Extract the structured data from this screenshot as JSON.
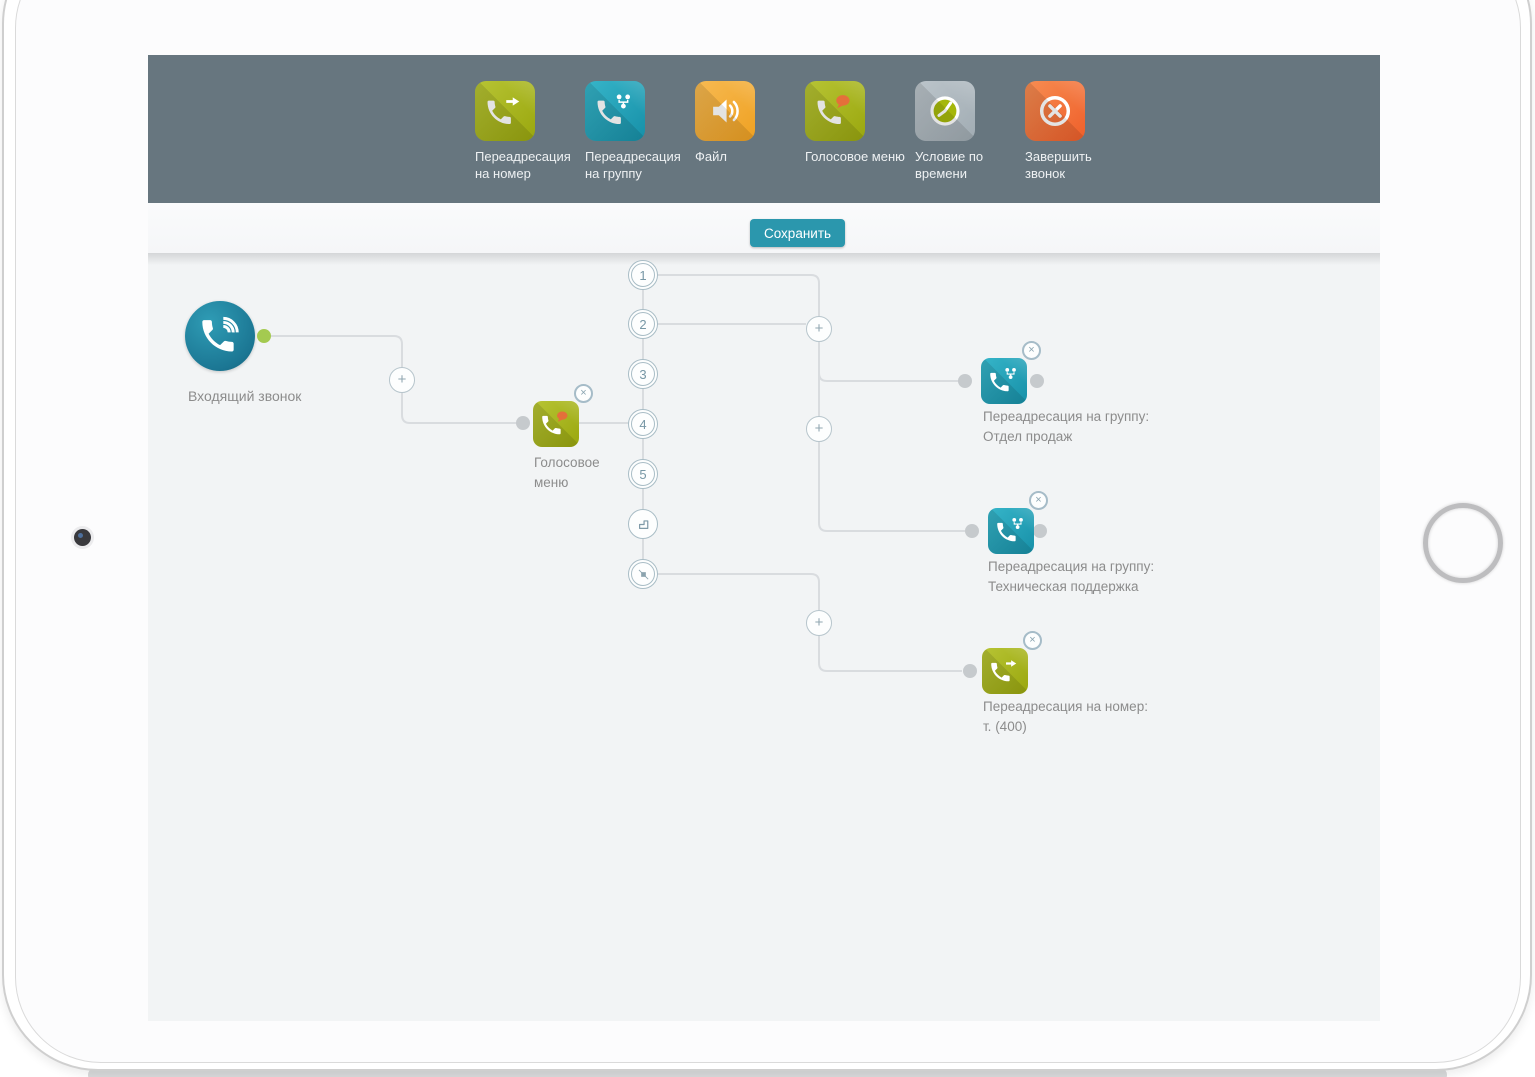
{
  "palette": {
    "items": [
      {
        "icon": "forward-to-number-icon",
        "label": "Переадресация\nна номер"
      },
      {
        "icon": "forward-to-group-icon",
        "label": "Переадресация\nна группу"
      },
      {
        "icon": "file-icon",
        "label": "Файл"
      },
      {
        "icon": "voice-menu-icon",
        "label": "Голосовое меню"
      },
      {
        "icon": "time-condition-icon",
        "label": "Условие по\nвремени"
      },
      {
        "icon": "end-call-icon",
        "label": "Завершить\nзвонок"
      }
    ]
  },
  "actions": {
    "save": "Сохранить"
  },
  "flow": {
    "incoming": {
      "label": "Входящий звонок"
    },
    "voice_menu": {
      "label": "Голосовое\nменю"
    },
    "options": [
      "1",
      "2",
      "3",
      "4",
      "5"
    ],
    "extra_ports": [
      "step-icon",
      "no-input-icon"
    ],
    "targets": [
      {
        "label": "Переадресация на группу:\nОтдел продаж"
      },
      {
        "label": "Переадресация на группу:\nТехническая поддержка"
      },
      {
        "label": "Переадресация на номер:\nт. (400)"
      }
    ]
  },
  "colors": {
    "header": "#67767f",
    "accent": "#2b97ad",
    "green": "#a9b71f",
    "teal": "#1b9cb5",
    "orange": "#f3a72e",
    "red": "#f46f34",
    "line": "#d9dcdf",
    "canvas": "#f2f4f5"
  }
}
